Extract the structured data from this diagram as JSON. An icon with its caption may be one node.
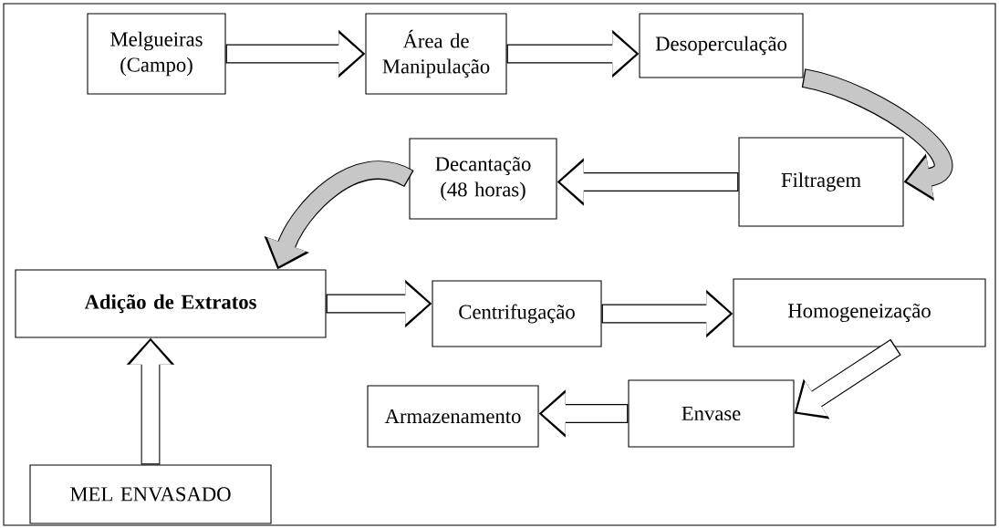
{
  "diagram": {
    "nodes": [
      {
        "text": [
          "Melgueiras (Campo)"
        ]
      },
      {
        "text": [
          "Área de Manipulação"
        ]
      },
      {
        "text": [
          "Desoperculação"
        ]
      },
      {
        "text": [
          "Decantação (48 horas)"
        ]
      },
      {
        "text": [
          "Filtragem"
        ]
      },
      {
        "text": [
          "Adição de Extratos"
        ]
      },
      {
        "text": [
          "Centrifugação"
        ]
      },
      {
        "text": [
          "Homogeneização"
        ]
      },
      {
        "text": [
          "Armazenamento"
        ]
      },
      {
        "text": [
          "Envase"
        ]
      },
      {
        "text": [
          "MEL ENVASADO"
        ]
      }
    ],
    "edges": [
      {
        "from": 0,
        "to": 1,
        "arrow": "to"
      },
      {
        "from": 1,
        "to": 2,
        "arrow": "to"
      },
      {
        "from": 2,
        "to": 4,
        "arrow": "to"
      },
      {
        "from": 4,
        "to": 3,
        "arrow": "to"
      },
      {
        "from": 3,
        "to": 5,
        "arrow": "to"
      },
      {
        "from": 5,
        "to": 6,
        "arrow": "to"
      },
      {
        "from": 6,
        "to": 7,
        "arrow": "to"
      },
      {
        "from": 7,
        "to": 9,
        "arrow": "to"
      },
      {
        "from": 9,
        "to": 8,
        "arrow": "to"
      },
      {
        "from": 10,
        "to": 5,
        "arrow": "to"
      }
    ]
  }
}
